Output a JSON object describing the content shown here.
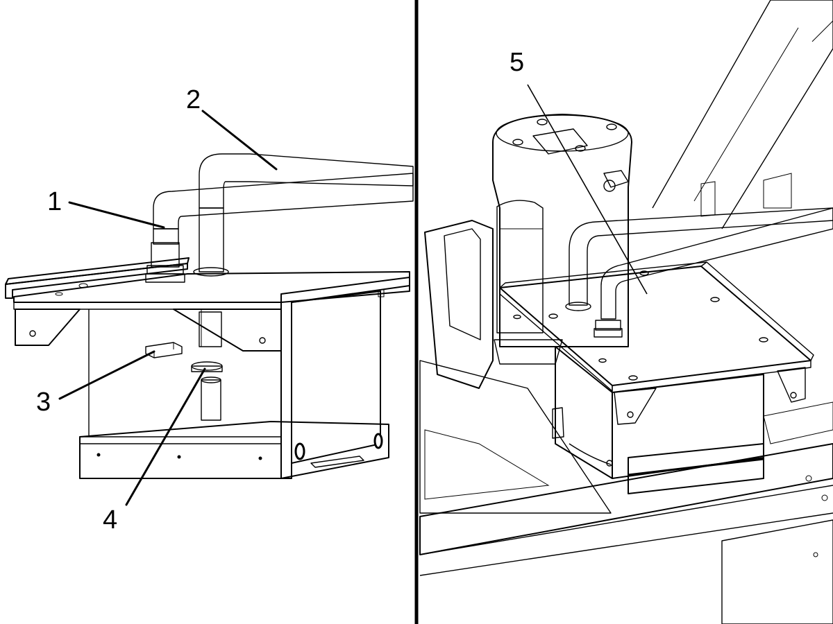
{
  "callouts": {
    "c1": "1",
    "c2": "2",
    "c3": "3",
    "c4": "4",
    "c5": "5"
  },
  "colors": {
    "light_pipe": "#c9c9c9",
    "dark_pipe": "#8a8a8a",
    "box_gray": "#a5a5a5",
    "outline": "#000000",
    "background": "#ffffff"
  }
}
